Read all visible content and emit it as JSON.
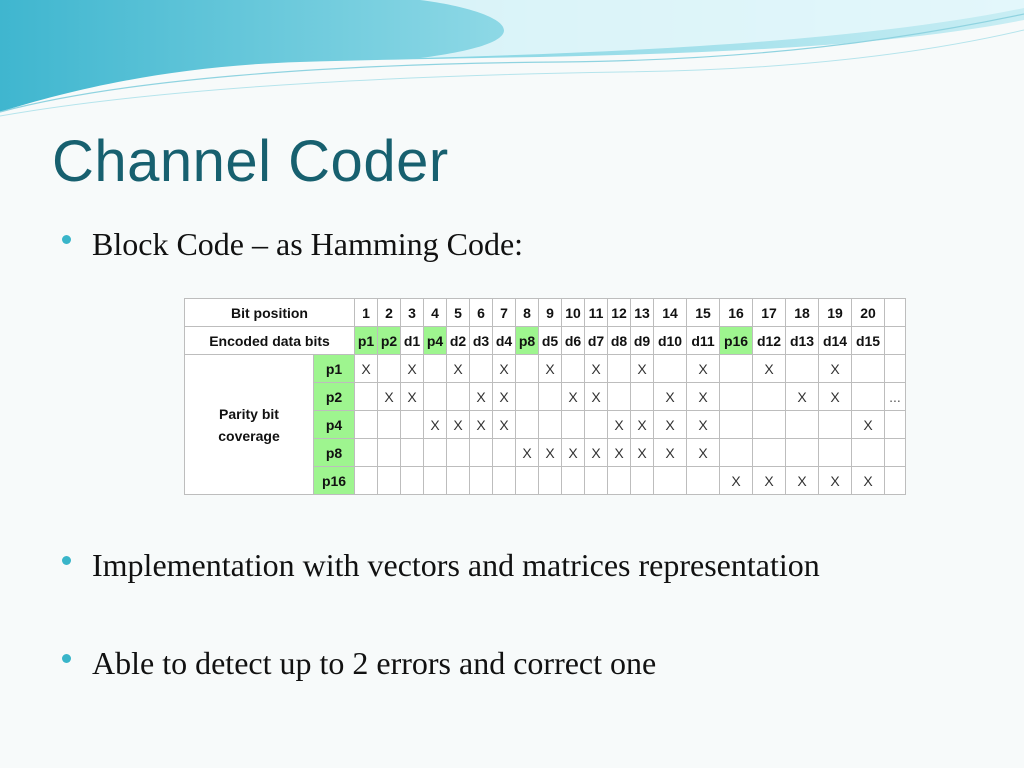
{
  "title": "Channel Coder",
  "bullets": [
    "Block Code – as Hamming Code:",
    "Implementation with vectors and matrices representation",
    "Able to detect up to 2 errors and correct one"
  ],
  "table": {
    "bit_position_label": "Bit position",
    "encoded_label": "Encoded data bits",
    "coverage_label": "Parity bit coverage",
    "positions": [
      "1",
      "2",
      "3",
      "4",
      "5",
      "6",
      "7",
      "8",
      "9",
      "10",
      "11",
      "12",
      "13",
      "14",
      "15",
      "16",
      "17",
      "18",
      "19",
      "20"
    ],
    "encoded": [
      "p1",
      "p2",
      "d1",
      "p4",
      "d2",
      "d3",
      "d4",
      "p8",
      "d5",
      "d6",
      "d7",
      "d8",
      "d9",
      "d10",
      "d11",
      "p16",
      "d12",
      "d13",
      "d14",
      "d15"
    ],
    "parity_rows": [
      {
        "name": "p1",
        "marks": [
          "X",
          "",
          "X",
          "",
          "X",
          "",
          "X",
          "",
          "X",
          "",
          "X",
          "",
          "X",
          "",
          "X",
          "",
          "X",
          "",
          "X",
          ""
        ]
      },
      {
        "name": "p2",
        "marks": [
          "",
          "X",
          "X",
          "",
          "",
          "X",
          "X",
          "",
          "",
          "X",
          "X",
          "",
          "",
          "X",
          "X",
          "",
          "",
          "X",
          "X",
          ""
        ]
      },
      {
        "name": "p4",
        "marks": [
          "",
          "",
          "",
          "X",
          "X",
          "X",
          "X",
          "",
          "",
          "",
          "",
          "X",
          "X",
          "X",
          "X",
          "",
          "",
          "",
          "",
          "X"
        ]
      },
      {
        "name": "p8",
        "marks": [
          "",
          "",
          "",
          "",
          "",
          "",
          "",
          "X",
          "X",
          "X",
          "X",
          "X",
          "X",
          "X",
          "X",
          "",
          "",
          "",
          "",
          ""
        ]
      },
      {
        "name": "p16",
        "marks": [
          "",
          "",
          "",
          "",
          "",
          "",
          "",
          "",
          "",
          "",
          "",
          "",
          "",
          "",
          "",
          "X",
          "X",
          "X",
          "X",
          "X"
        ]
      }
    ],
    "ellipsis": "..."
  }
}
